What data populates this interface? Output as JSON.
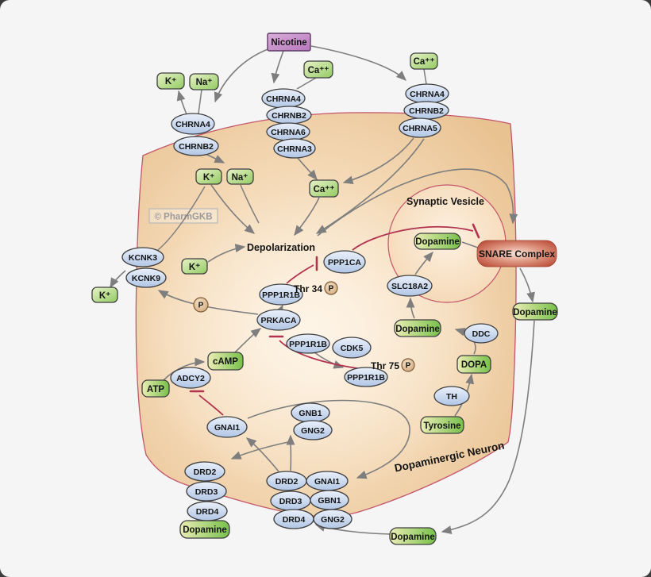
{
  "watermark": "© PharmGKB",
  "annotations": {
    "depolarization": "Depolarization",
    "synaptic_vesicle": "Synaptic Vesicle",
    "dopaminergic_neuron": "Dopaminergic Neuron",
    "thr34": "Thr 34",
    "thr75": "Thr 75",
    "phospho": "P"
  },
  "nodes": {
    "nicotine": "Nicotine",
    "ca_top_mid": "Ca⁺⁺",
    "ca_top_right": "Ca⁺⁺",
    "ca_mid": "Ca⁺⁺",
    "k_top": "K⁺",
    "na_top": "Na⁺",
    "k_mid": "K⁺",
    "na_mid": "Na⁺",
    "k_membrane": "K⁺",
    "k_out": "K⁺",
    "chrna4_left": "CHRNA4",
    "chrnb2_left": "CHRNB2",
    "chrna4_mid": "CHRNA4",
    "chrnb2_mid": "CHRNB2",
    "chrna6_mid": "CHRNA6",
    "chrna3_mid": "CHRNA3",
    "chrna4_right": "CHRNA4",
    "chrnb2_right": "CHRNB2",
    "chrna5_right": "CHRNA5",
    "kcnk3": "KCNK3",
    "kcnk9": "KCNK9",
    "ppp1ca": "PPP1CA",
    "ppp1r1b_a": "PPP1R1B",
    "ppp1r1b_b": "PPP1R1B",
    "ppp1r1b_c": "PPP1R1B",
    "prkaca": "PRKACA",
    "cdk5": "CDK5",
    "camp": "cAMP",
    "atp": "ATP",
    "adcy2": "ADCY2",
    "gnai1_up": "GNAI1",
    "gnb1": "GNB1",
    "gng2_up": "GNG2",
    "slc18a2": "SLC18A2",
    "ddc": "DDC",
    "dopa": "DOPA",
    "th": "TH",
    "tyrosine": "Tyrosine",
    "dopamine_vesicle": "Dopamine",
    "dopamine_cyto": "Dopamine",
    "dopamine_released": "Dopamine",
    "dopamine_synapse": "Dopamine",
    "dopamine_left": "Dopamine",
    "snare": "SNARE Complex",
    "drd2_left": "DRD2",
    "drd3_left": "DRD3",
    "drd4_left": "DRD4",
    "drd2_mid": "DRD2",
    "drd3_mid": "DRD3",
    "drd4_mid": "DRD4",
    "gnai1_low": "GNAI1",
    "gbn1_low": "GBN1",
    "gng2_low": "GNG2"
  },
  "colors": {
    "background": "#f5f5f6",
    "cell_fill": "#eac494",
    "membrane_stroke": "#c2566b",
    "node_blue": "#b4c8e6",
    "node_green": "#97cd68",
    "dopamine_green": "#77c14a",
    "nicotine_purple": "#b877bd",
    "snare_red": "#c05740",
    "arrow_gray": "#7e7e7e",
    "inhibit_red": "#b23350"
  }
}
